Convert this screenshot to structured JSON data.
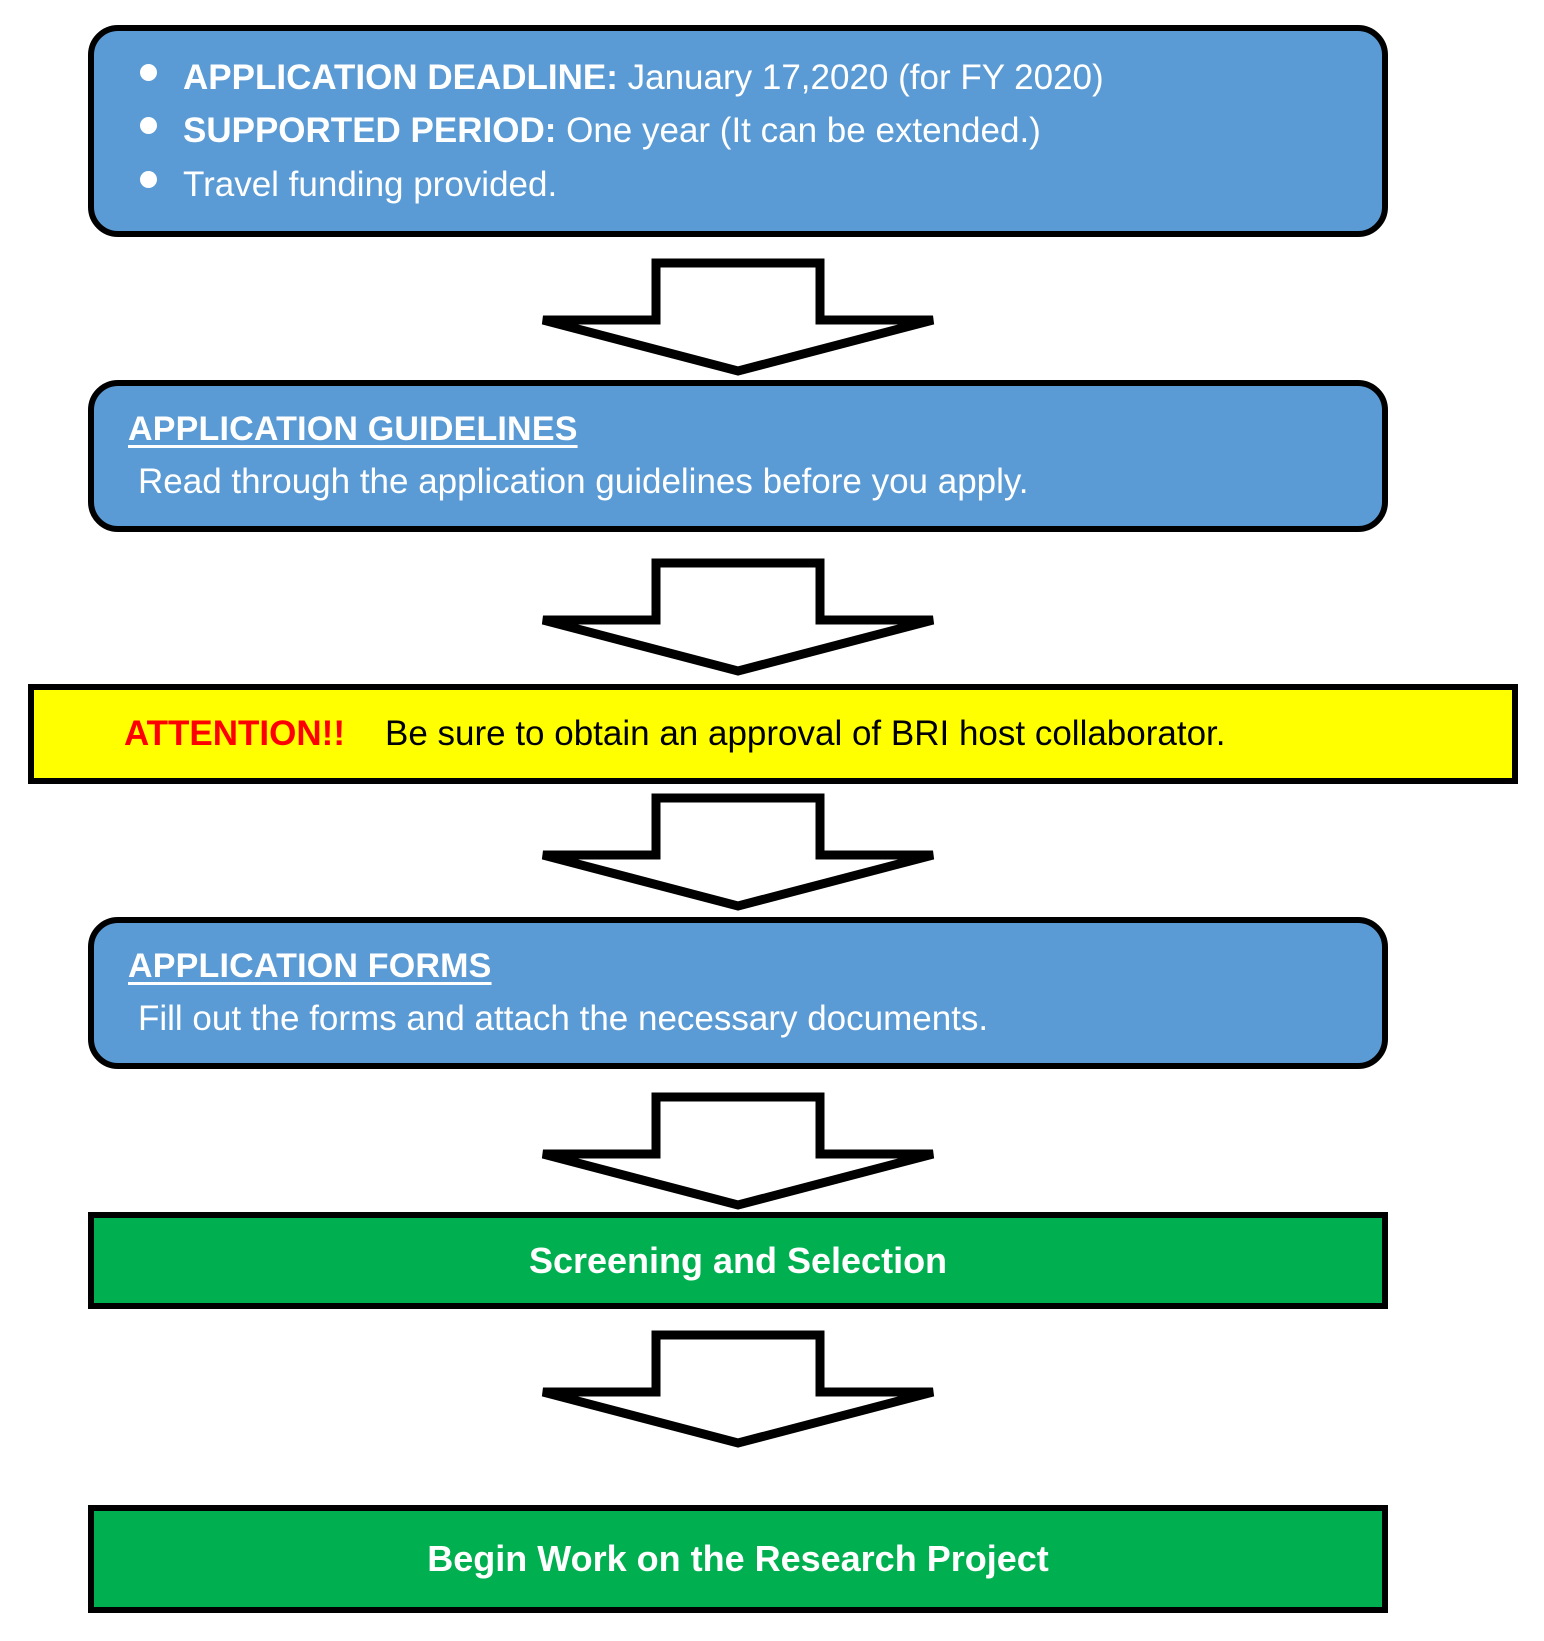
{
  "diagram": {
    "title": "Application process flowchart",
    "colors": {
      "blue": "#5B9BD5",
      "green": "#00B050",
      "yellow": "#FFFF00",
      "red": "#FF0000",
      "outline": "#000000",
      "text_on_fill": "#FFFFFF"
    },
    "info_box": {
      "bullets": [
        {
          "label": "APPLICATION DEADLINE:",
          "value": " January 17,2020 (for FY 2020)"
        },
        {
          "label": "SUPPORTED PERIOD:",
          "value": " One year (It can be extended.)"
        },
        {
          "label": "",
          "value": "Travel funding provided."
        }
      ]
    },
    "steps": [
      {
        "id": "application-guidelines",
        "title": "APPLICATION GUIDELINES",
        "subtitle": "Read through the application guidelines before you apply."
      },
      {
        "id": "application-forms",
        "title": "APPLICATION FORMS",
        "subtitle": "Fill out the forms and attach the necessary documents."
      }
    ],
    "attention": {
      "keyword": "ATTENTION!!",
      "message": "Be sure to obtain an approval of BRI host collaborator."
    },
    "outcomes": [
      {
        "id": "screening-and-selection",
        "label": "Screening and Selection"
      },
      {
        "id": "begin-work",
        "label": "Begin Work on the Research Project"
      }
    ],
    "connectors": [
      {
        "id": "arrow-1",
        "name": "down-arrow-icon"
      },
      {
        "id": "arrow-2",
        "name": "down-arrow-icon"
      },
      {
        "id": "arrow-3",
        "name": "down-arrow-icon"
      },
      {
        "id": "arrow-4",
        "name": "down-arrow-icon"
      },
      {
        "id": "arrow-5",
        "name": "down-arrow-icon"
      }
    ]
  }
}
